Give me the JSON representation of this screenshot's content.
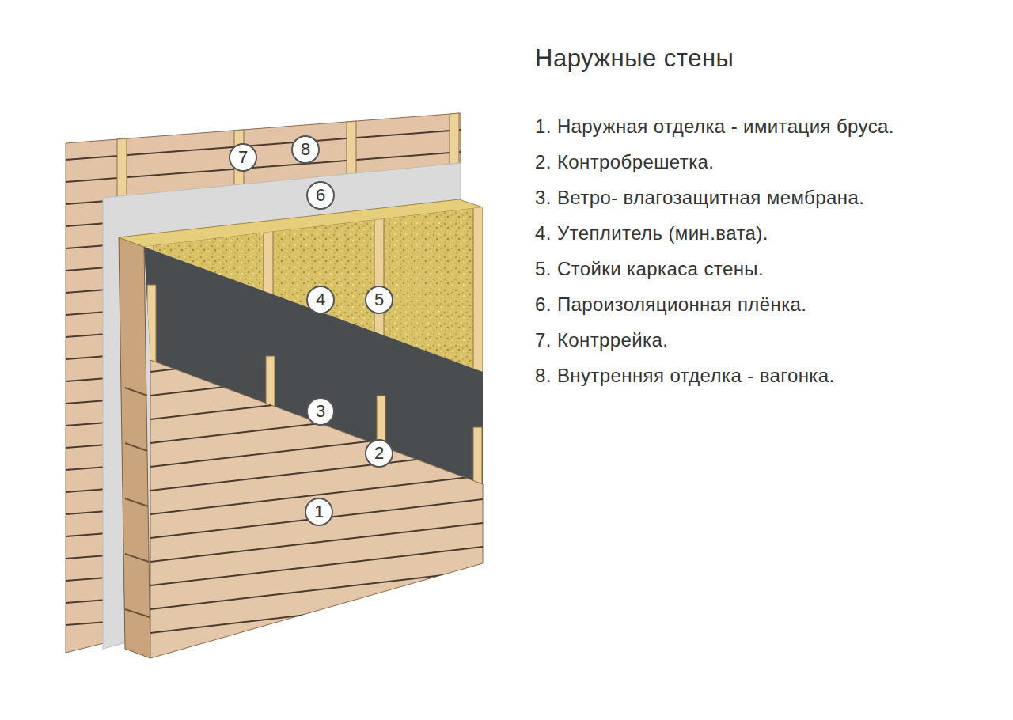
{
  "diagram": {
    "title": "Наружные стены",
    "nodes": [
      {
        "text": [
          "7"
        ]
      },
      {
        "text": [
          "8"
        ]
      },
      {
        "text": [
          "6"
        ]
      },
      {
        "text": [
          "4"
        ]
      },
      {
        "text": [
          "5"
        ]
      },
      {
        "text": [
          "3"
        ]
      },
      {
        "text": [
          "2"
        ]
      },
      {
        "text": [
          "1"
        ]
      }
    ],
    "labels": [
      "1. Наружная отделка - имитация бруса.",
      "2. Контробрешетка.",
      "3. Ветро- влагозащитная мембрана.",
      "4. Утеплитель (мин.вата).",
      "5. Стойки каркаса стены.",
      "6. Пароизоляционная плёнка.",
      "7. Контррейка.",
      "8. Внутренняя отделка - вагонка."
    ]
  }
}
